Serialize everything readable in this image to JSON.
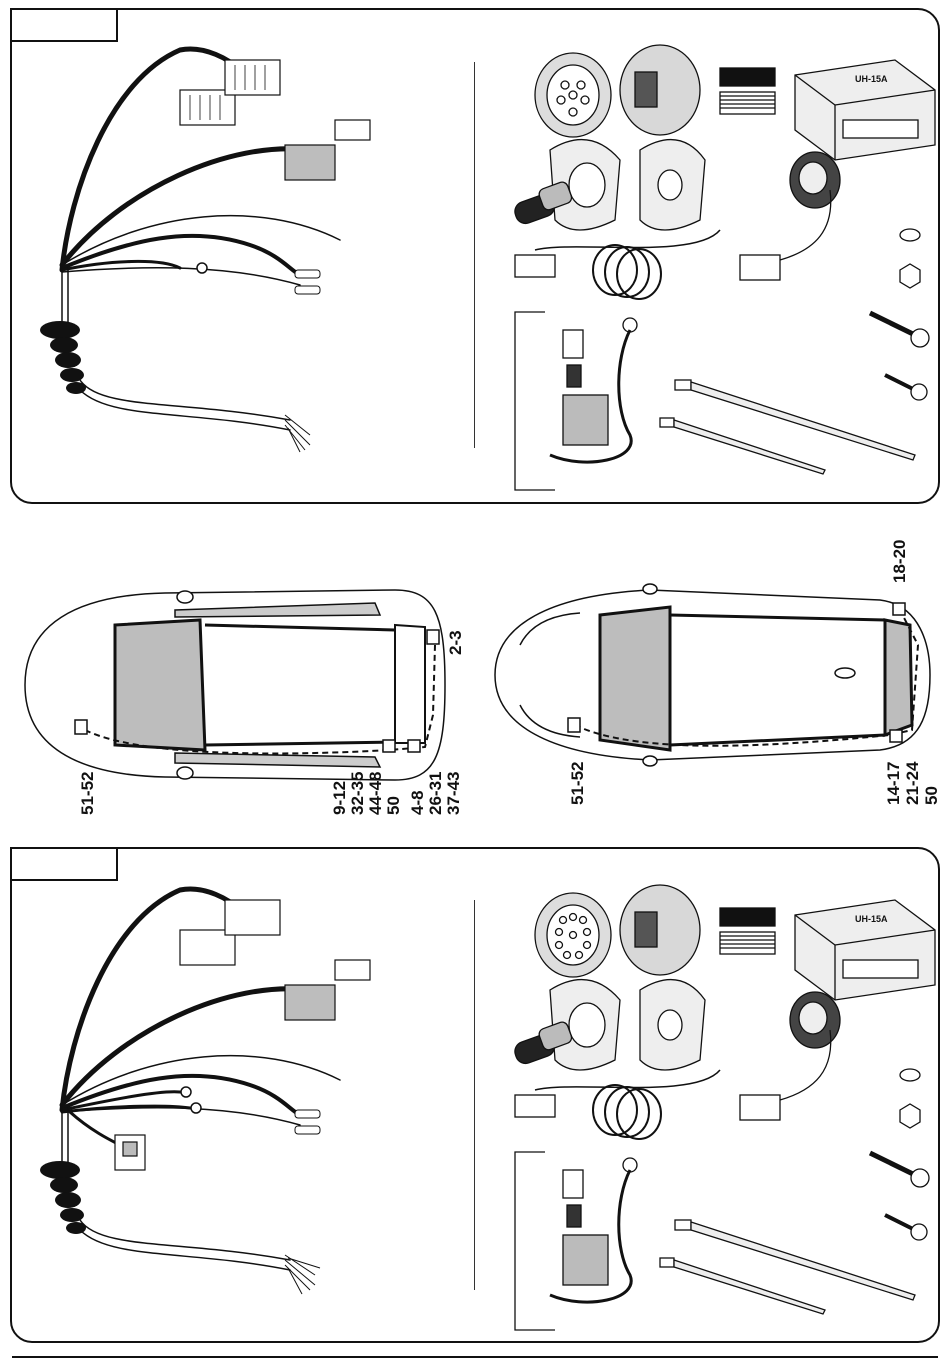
{
  "top_panel": {
    "tab_label": "",
    "module_text": "UH-15A"
  },
  "bottom_panel": {
    "tab_label": "",
    "module_text": "UH-15A"
  },
  "cars": {
    "left": {
      "labels": [
        "51-52",
        "9-12",
        "32-35",
        "44-48",
        "50",
        "4-8",
        "26-31",
        "37-43",
        "2-3"
      ]
    },
    "right": {
      "labels": [
        "51-52",
        "14-17",
        "21-24",
        "50",
        "18-20"
      ]
    }
  },
  "colors": {
    "line": "#111111",
    "fill_grey": "#bdbdbd",
    "dark_fill": "#222222"
  }
}
